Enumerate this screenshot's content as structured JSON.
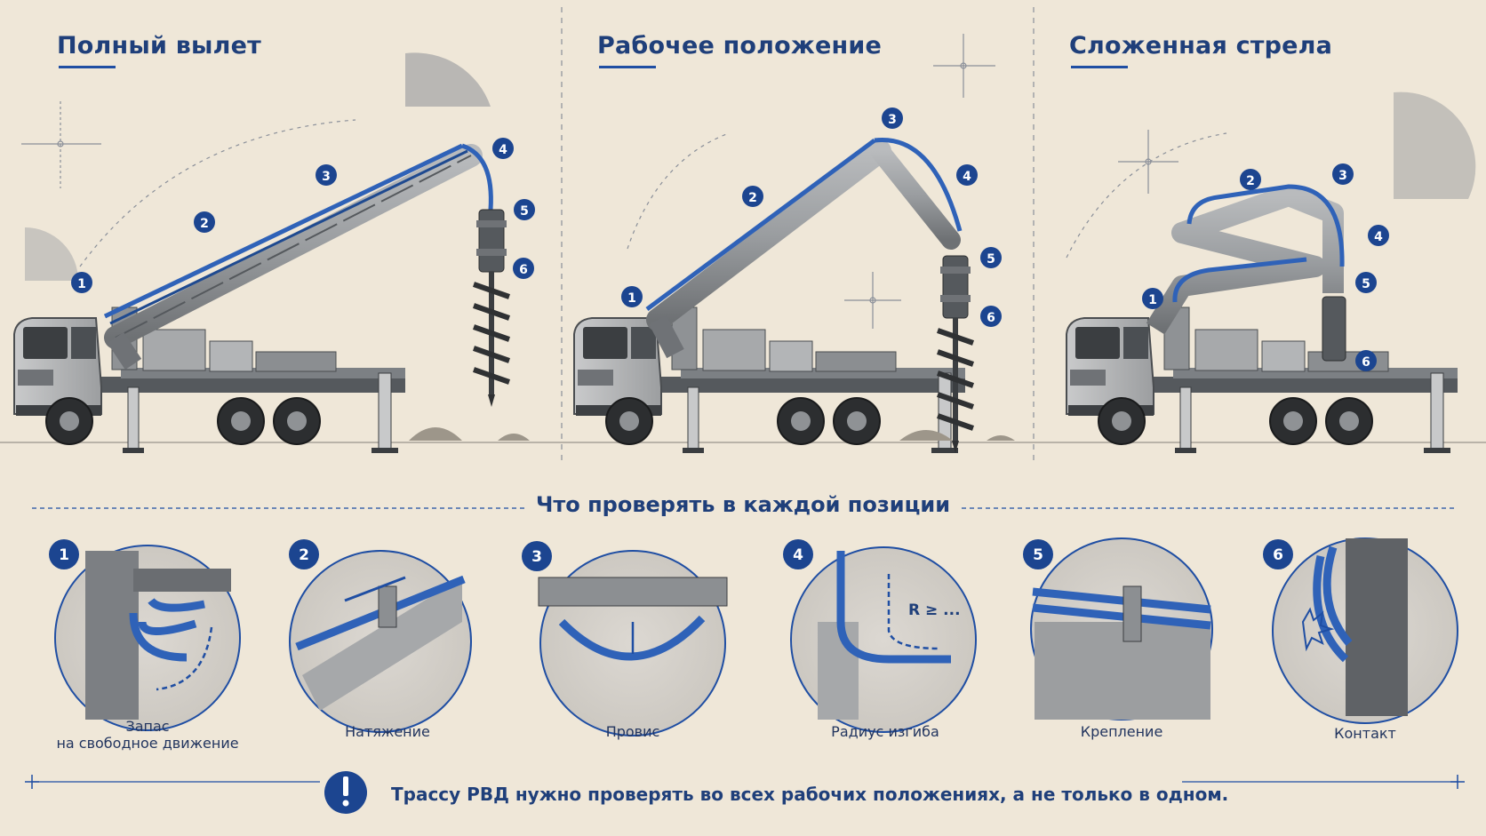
{
  "panels": [
    {
      "title": "Полный вылет"
    },
    {
      "title": "Рабочее положение"
    },
    {
      "title": "Сложенная стрела"
    }
  ],
  "markers": [
    "1",
    "2",
    "3",
    "4",
    "5",
    "6"
  ],
  "section": {
    "title": "Что проверять в каждой позиции"
  },
  "checks": [
    {
      "num": "1",
      "label_line1": "Запас",
      "label_line2": "на свободное движение"
    },
    {
      "num": "2",
      "label_line1": "Натяжение"
    },
    {
      "num": "3",
      "label_line1": "Провис"
    },
    {
      "num": "4",
      "label_line1": "Радиус изгиба",
      "annotation": "R ≥ ..."
    },
    {
      "num": "5",
      "label_line1": "Крепление"
    },
    {
      "num": "6",
      "label_line1": "Контакт"
    }
  ],
  "note": {
    "icon": "exclamation-icon",
    "text": "Трассу РВД нужно проверять во всех рабочих положениях, а не только в одном."
  },
  "colors": {
    "accent": "#1f4ea3",
    "title": "#1f3f7a",
    "background": "#efe7d8",
    "hose": "#2f62b8",
    "steel": "#8b8e92"
  }
}
